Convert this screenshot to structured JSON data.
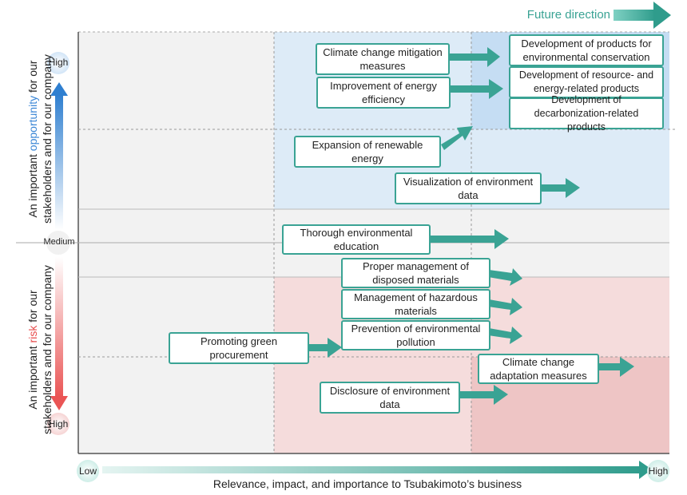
{
  "header": {
    "future_direction": "Future direction"
  },
  "y_axis": {
    "opportunity_label_pre": "An important ",
    "opportunity_word": "opportunity",
    "opportunity_label_post": " for our",
    "opportunity_line2": "stakeholders and for our company",
    "risk_label_pre": "An important ",
    "risk_word": "risk",
    "risk_label_post": " for our",
    "risk_line2": "stakeholders and for our company",
    "high_top": "High",
    "medium": "Medium",
    "high_bottom": "High"
  },
  "x_axis": {
    "low": "Low",
    "high": "High",
    "label": "Relevance, impact, and importance to Tsubakimoto’s business"
  },
  "items": {
    "climate_mitigation": "Climate change mitigation measures",
    "energy_efficiency": "Improvement of energy efficiency",
    "renewable_energy": "Expansion of renewable energy",
    "visualization": "Visualization of environment data",
    "env_education": "Thorough environmental education",
    "disposed_materials": "Proper management of disposed materials",
    "hazardous_materials": "Management of hazardous materials",
    "pollution": "Prevention of environmental pollution",
    "green_procurement": "Promoting green procurement",
    "climate_adaptation": "Climate change adaptation measures",
    "disclosure": "Disclosure of environment data"
  },
  "outcomes": {
    "products_conservation": "Development of products for environmental conservation",
    "resource_energy": "Development of resource- and energy-related products",
    "decarbonization": "Development of decarbonization-related products"
  },
  "colors": {
    "teal": "#3aa394",
    "blue_zone": "#ddebf7",
    "blue_deep": "#c5ddf3",
    "red_zone": "#f5dcdc",
    "red_deep": "#eec5c5",
    "grey_zone": "#f2f2f2"
  }
}
